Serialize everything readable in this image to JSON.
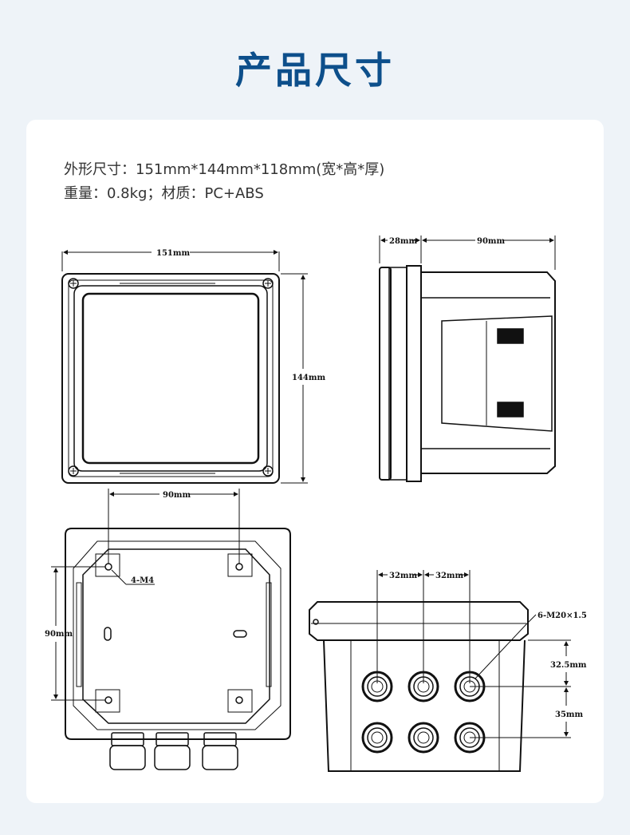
{
  "title": "产品尺寸",
  "specs": {
    "dimensions": "外形尺寸：151mm*144mm*118mm(宽*高*厚)",
    "weight_material": "重量：0.8kg；材质：PC+ABS"
  },
  "dims": {
    "front_width": "151mm",
    "front_height": "144mm",
    "side_depth_front": "28mm",
    "side_depth_body": "90mm",
    "back_hole_spacing_h": "90mm",
    "back_hole_spacing_v": "90mm",
    "back_screw": "4-M4",
    "bottom_spacing_1": "32mm",
    "bottom_spacing_2": "32mm",
    "bottom_glands": "6-M20×1.5",
    "bottom_row1": "32.5mm",
    "bottom_row2": "35mm"
  }
}
